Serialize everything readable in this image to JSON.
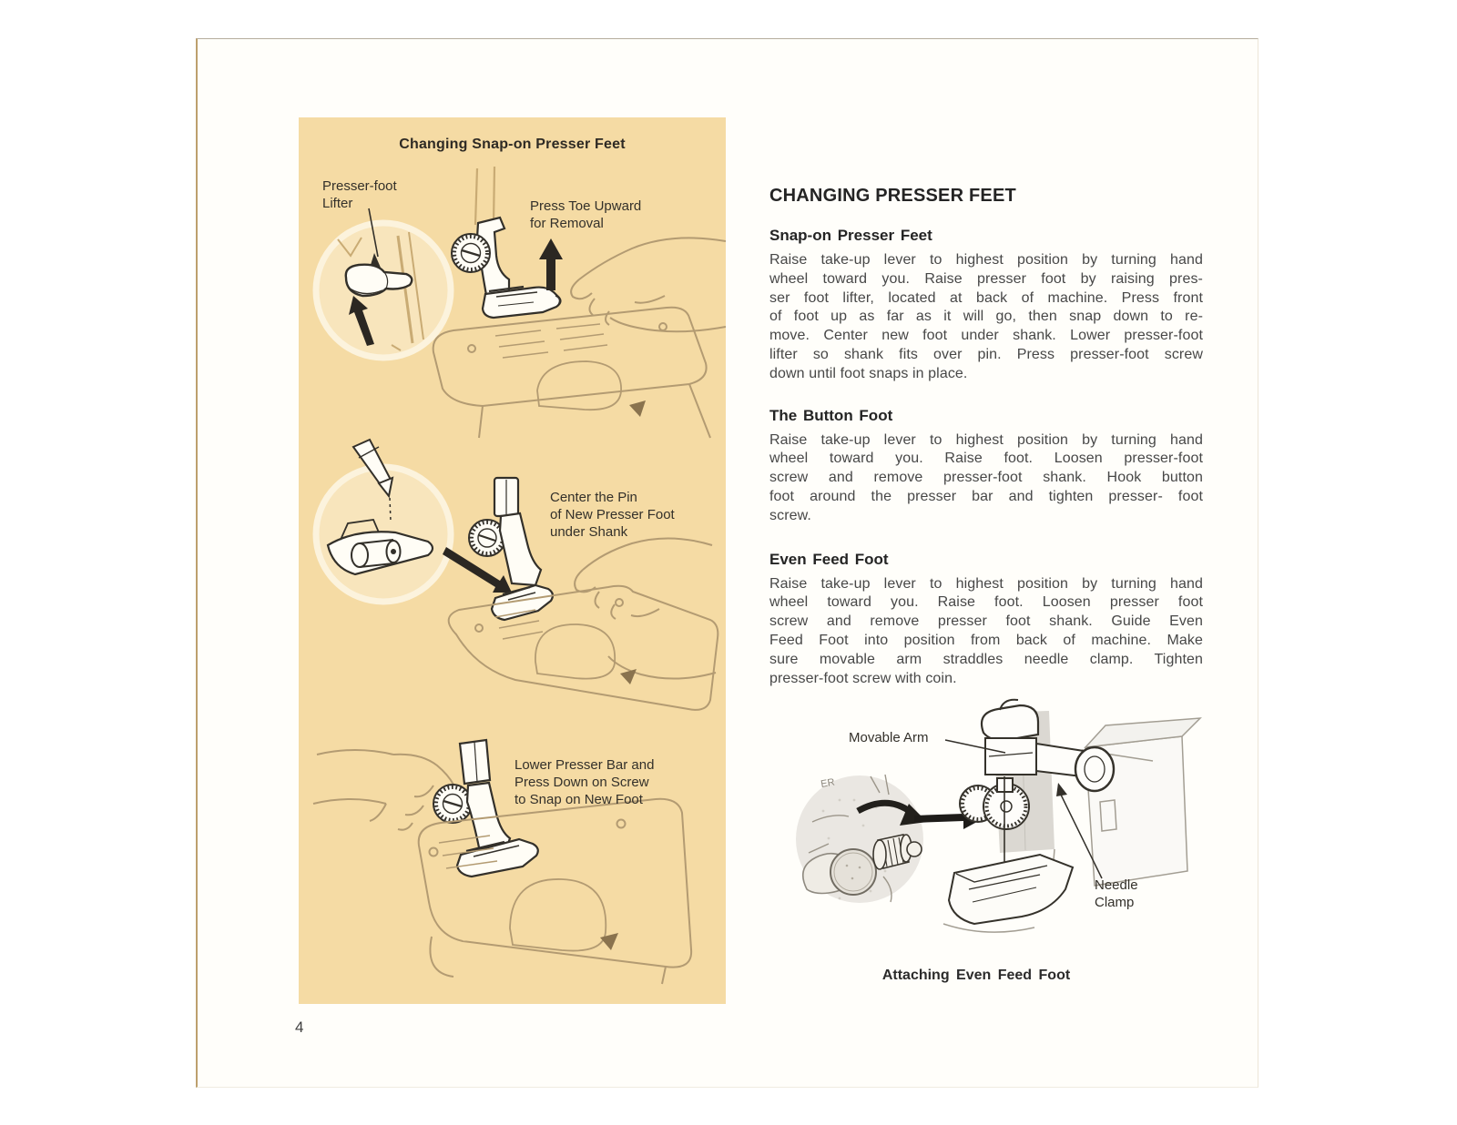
{
  "document": {
    "page_number": "4"
  },
  "panel": {
    "title": "Changing Snap-on Presser Feet",
    "labels": {
      "lifter": "Presser-foot\nLifter",
      "press_toe": "Press Toe Upward\nfor Removal",
      "center_pin": "Center the Pin\nof New Presser Foot\nunder Shank",
      "lower_bar": "Lower Presser Bar and\nPress Down on Screw\nto Snap on New Foot"
    }
  },
  "article": {
    "title": "CHANGING PRESSER FEET",
    "sections": [
      {
        "heading": "Snap-on Presser Feet",
        "lines": [
          "Raise take-up lever to highest position by turning hand",
          "wheel toward you. Raise presser foot by raising pres-",
          "ser foot lifter, located at back of machine. Press front",
          "of foot up as far as it will go, then snap down to re-",
          "move. Center new foot under shank. Lower presser-foot",
          "lifter so shank fits over pin. Press presser-foot screw",
          "down until foot snaps in place."
        ]
      },
      {
        "heading": "The Button Foot",
        "lines": [
          "Raise take-up lever to highest position by turning hand",
          "wheel toward you. Raise foot. Loosen presser-foot",
          "screw and remove presser-foot shank. Hook button",
          "foot around the presser bar and tighten presser- foot",
          "screw."
        ]
      },
      {
        "heading": "Even Feed Foot",
        "lines": [
          "Raise take-up lever to highest position by turning hand",
          "wheel toward you. Raise foot. Loosen presser foot",
          "screw and remove presser foot shank. Guide Even",
          "Feed Foot into position from back of machine. Make",
          "sure movable arm straddles needle clamp. Tighten",
          "presser-foot screw with coin."
        ]
      }
    ]
  },
  "even_feed_figure": {
    "inset_text": "ER",
    "labels": {
      "movable_arm": "Movable Arm",
      "needle_clamp": "Needle\nClamp"
    },
    "caption": "Attaching Even Feed Foot"
  },
  "colors": {
    "panel_background": "#f5dba4",
    "ink_dark": "#33302a",
    "sketch_light": "#b99e6f",
    "inset_gray": "#eae7e2",
    "paper": "#fffefa"
  }
}
